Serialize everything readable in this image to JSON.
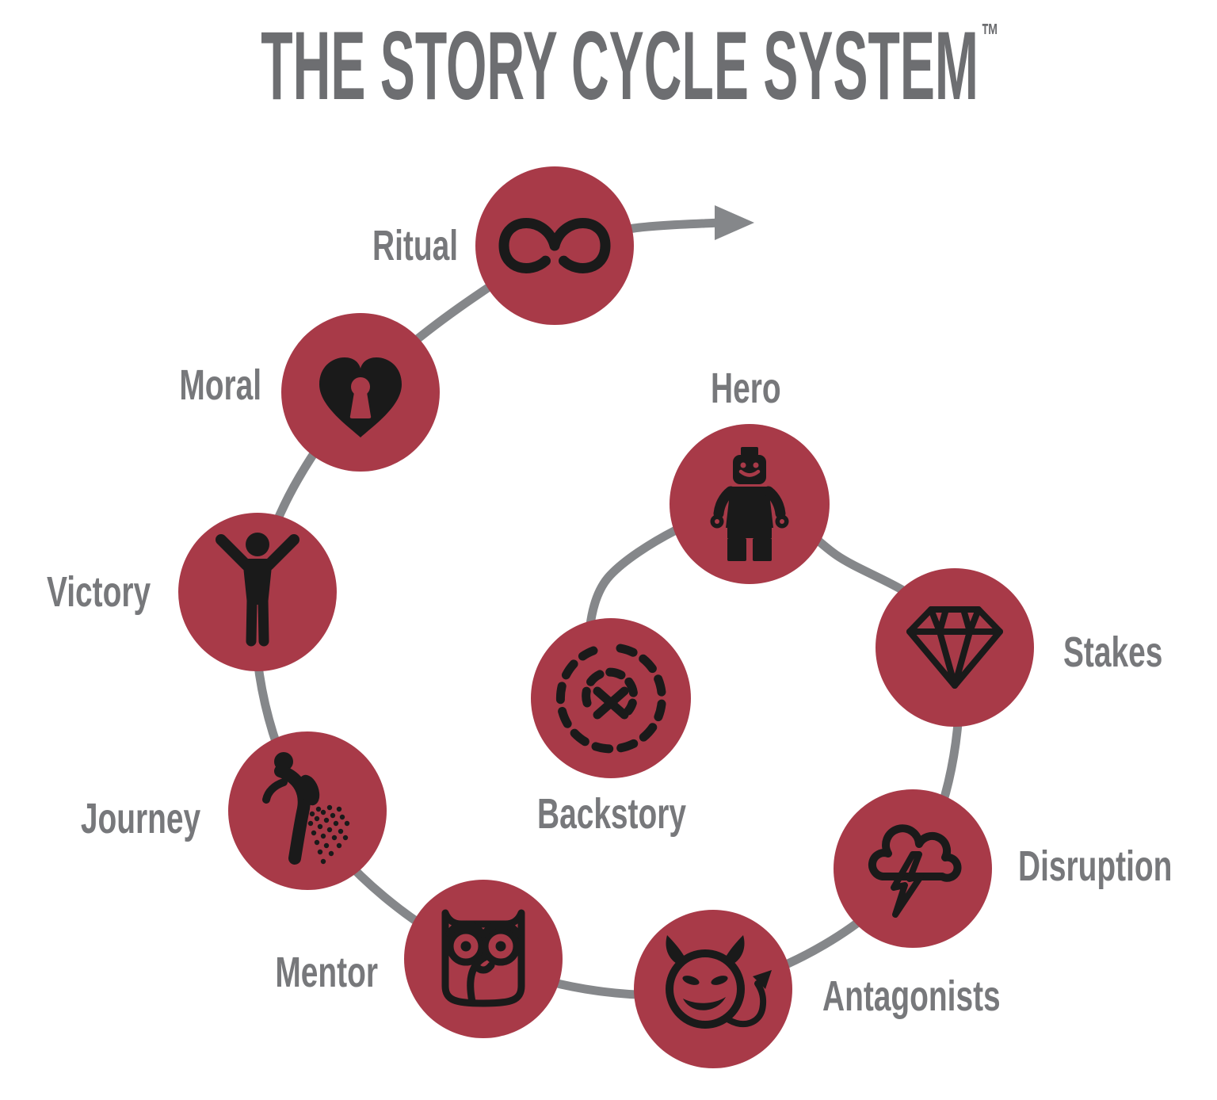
{
  "title": {
    "text": "THE STORY CYCLE SYSTEM",
    "trademark": "™"
  },
  "colors": {
    "node_red": "#a83a48",
    "icon_black": "#1a1a1a",
    "line_gray": "#85878a",
    "title_gray": "#6d6e71",
    "label_gray": "#77787b",
    "background": "#ffffff"
  },
  "nodes": [
    {
      "id": "hero",
      "label": "Hero",
      "icon": "lego-minifigure-icon"
    },
    {
      "id": "stakes",
      "label": "Stakes",
      "icon": "diamond-gem-icon"
    },
    {
      "id": "disruption",
      "label": "Disruption",
      "icon": "storm-cloud-lightning-icon"
    },
    {
      "id": "antagonists",
      "label": "Antagonists",
      "icon": "devil-face-tail-icon"
    },
    {
      "id": "mentor",
      "label": "Mentor",
      "icon": "owl-icon"
    },
    {
      "id": "journey",
      "label": "Journey",
      "icon": "sower-scattering-seeds-icon"
    },
    {
      "id": "victory",
      "label": "Victory",
      "icon": "person-arms-raised-icon"
    },
    {
      "id": "moral",
      "label": "Moral",
      "icon": "heart-keyhole-icon"
    },
    {
      "id": "ritual",
      "label": "Ritual",
      "icon": "infinity-loop-icon"
    },
    {
      "id": "backstory",
      "label": "Backstory",
      "icon": "treasure-map-x-icon"
    }
  ]
}
